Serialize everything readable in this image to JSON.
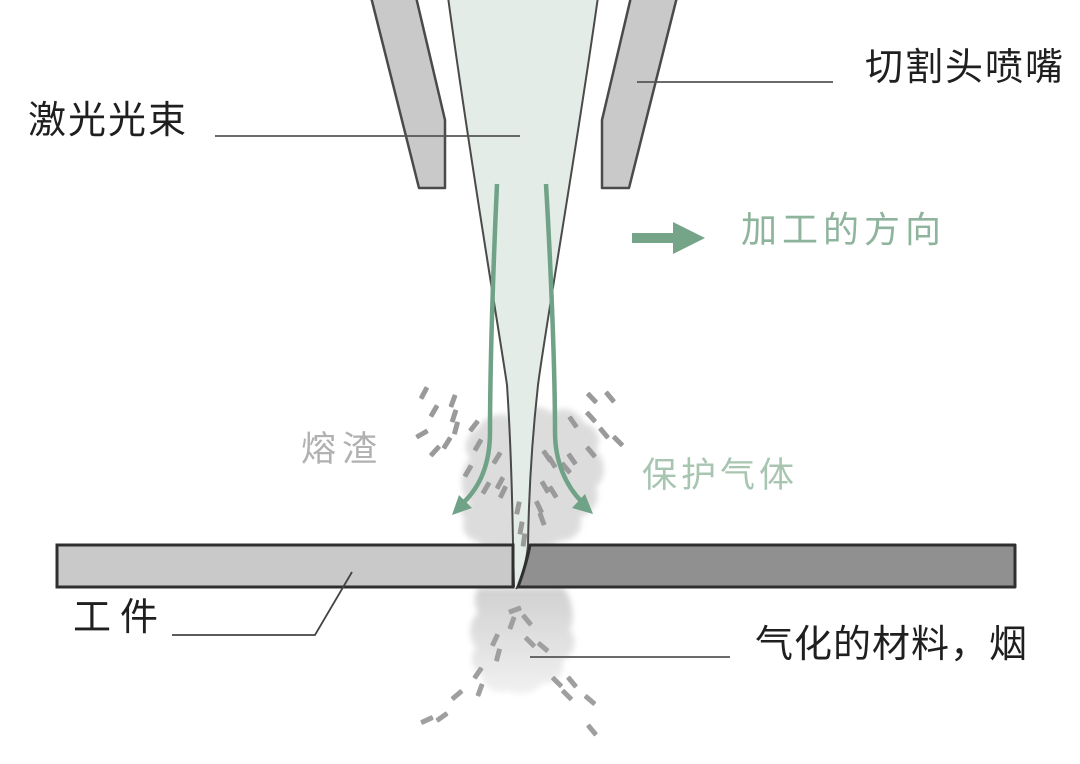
{
  "diagram": {
    "type": "laser-cutting-process-diagram",
    "labels": {
      "nozzle": "切割头喷嘴",
      "laser_beam": "激光光束",
      "direction": "加工的方向",
      "slag": "熔渣",
      "shield_gas": "保护气体",
      "workpiece": "工件",
      "vapor": "气化的材料，烟"
    },
    "icons": [
      {
        "name": "direction-arrow-icon",
        "shape": "solid-right-arrow",
        "color": "#75a489"
      },
      {
        "name": "gas-flow-left-arrow-icon",
        "shape": "curved-arrow-down-left",
        "color": "#6fa287"
      },
      {
        "name": "gas-flow-right-arrow-icon",
        "shape": "curved-arrow-down-right",
        "color": "#6fa287"
      }
    ],
    "colors": {
      "background": "#ffffff",
      "nozzle_fill": "#c9c9c9",
      "beam_fill": "#e3ece6",
      "outline": "#4a4a4a",
      "gas_green": "#6fa287",
      "direction_text_green": "#8fb49d",
      "shield_gas_text_green": "#a8c5b2",
      "slag_text_gray": "#b1b1b1",
      "dark_text": "#1f1f1f",
      "workpiece_left_fill": "#c9c9c9",
      "workpiece_right_fill": "#909090",
      "workpiece_outline": "#2f2f2f",
      "particle_gray": "#9a9a9a",
      "smoke_gray": "#d4d4d4",
      "leader_line": "#555555"
    }
  }
}
